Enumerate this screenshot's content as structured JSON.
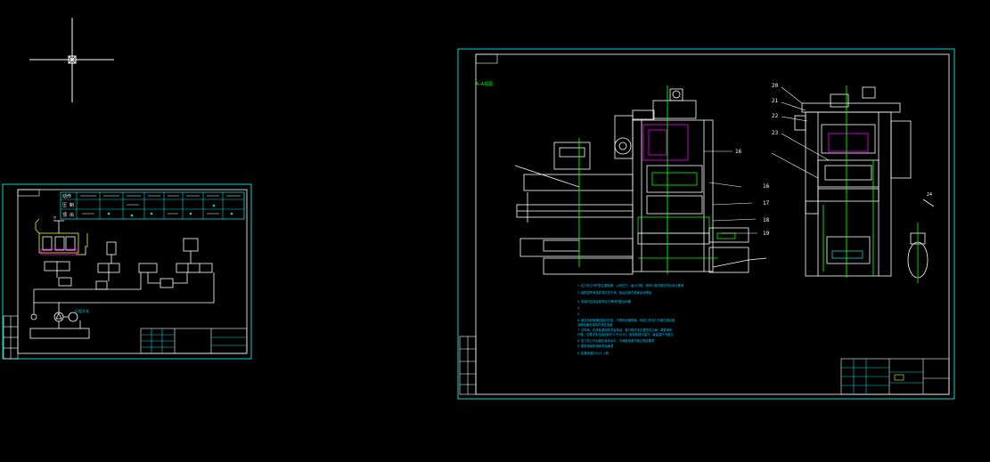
{
  "colors": {
    "background": "#000000",
    "frame": "#00d8d8",
    "linework": "#ffffff",
    "centerline": "#00ff00",
    "highlight": "#ff00ff",
    "accent": "#ffff00",
    "note_text": "#00c8ff"
  },
  "crosshair": {
    "icon": "cad-crosshair-cursor-icon"
  },
  "left_sheet": {
    "sequence_table": {
      "header_cells": [
        "动作",
        "",
        "",
        "",
        "",
        "",
        "",
        "",
        "",
        ""
      ],
      "row_labels": [
        "压 制",
        "顶 出"
      ]
    },
    "callout": "行程开关"
  },
  "right_sheet": {
    "view_label": "A—A视图",
    "part_labels": {
      "p16a": "16",
      "p20": "20",
      "p21": "21",
      "p22": "22",
      "p23": "23",
      "p16b": "16",
      "p17": "17",
      "p18": "18",
      "p19": "19",
      "p24": "24"
    },
    "notes": [
      "1.压力机工作时的主要参数：公称压力、最大行程、滑块行程次数应符合设计要求",
      "2.装配前所有零件须清洗干净，各运动部件表面涂润滑油",
      "3.安装时应保证各导柱与滑块的配合间隙",
      "4.",
      "5.",
      "6.液压系统管路连接应可靠，不得有渗漏现象，系统工作压力不超过规定值",
      "  油箱油面应保持在规定高度",
      "7.试车前，检查各紧固件是否松动，各行程开关位置是否正确，调整滑块",
      "  行程，空载试车连续运转不少于2小时，检查各部分温升，最高温升不超过",
      "8.压力机工作台面应保持水平，平面度误差不超过规定要求",
      "9.整机喷涂防锈底漆及面漆"
    ],
    "notes_footer": "8.机器净重约为21.5吨"
  }
}
